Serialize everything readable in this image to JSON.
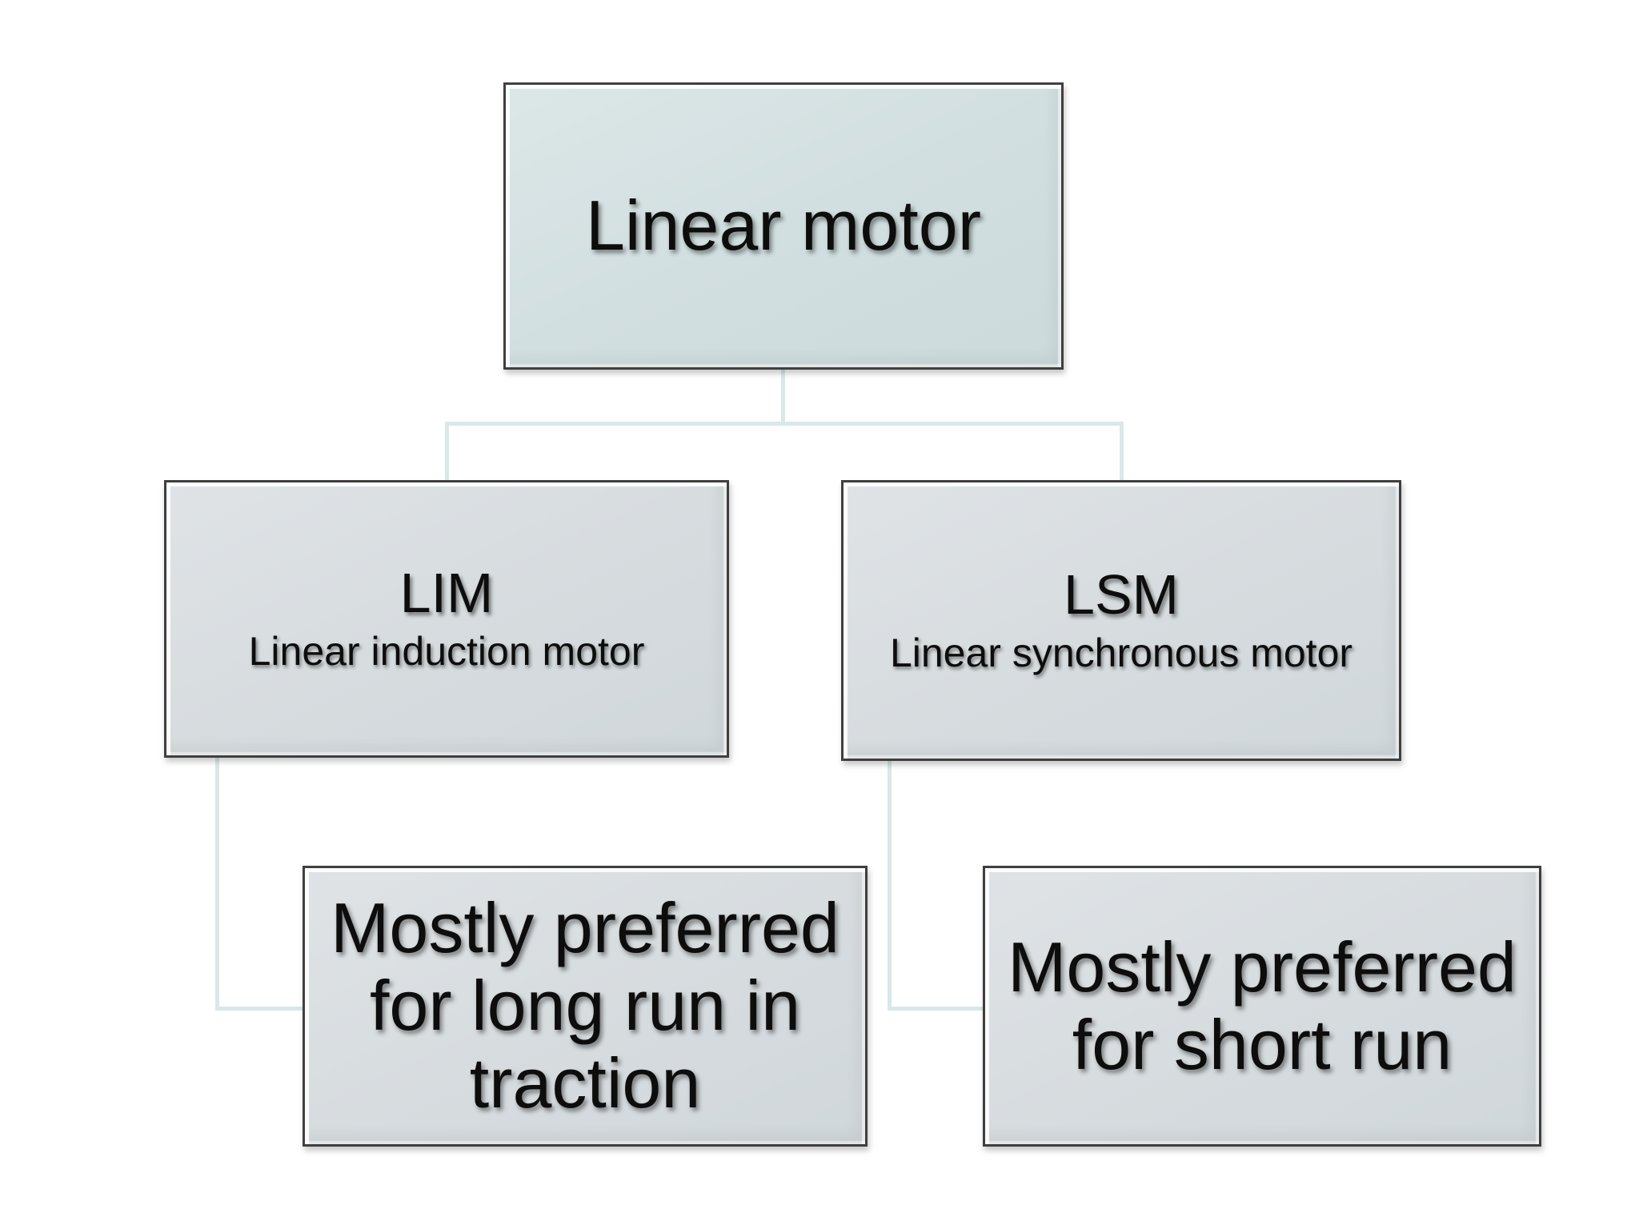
{
  "diagram": {
    "type": "hierarchy",
    "nodes": {
      "root": {
        "label": "Linear motor"
      },
      "lim": {
        "abbr": "LIM",
        "caption": "Linear induction motor"
      },
      "lsm": {
        "abbr": "LSM",
        "caption": "Linear synchronous motor"
      },
      "lim_note": {
        "label": "Mostly preferred for long run in traction"
      },
      "lsm_note": {
        "label": "Mostly preferred for short run"
      }
    },
    "edges": [
      {
        "from": "root",
        "to": "lim"
      },
      {
        "from": "root",
        "to": "lsm"
      },
      {
        "from": "lim",
        "to": "lim_note"
      },
      {
        "from": "lsm",
        "to": "lsm_note"
      }
    ],
    "colors": {
      "background": "#ffffff",
      "root_fill": "#d2dfe0",
      "node_fill": "#d7dcdf",
      "border": "#3f3f3f",
      "connector": "#d9e8e8",
      "text": "#0d0d0d"
    }
  }
}
